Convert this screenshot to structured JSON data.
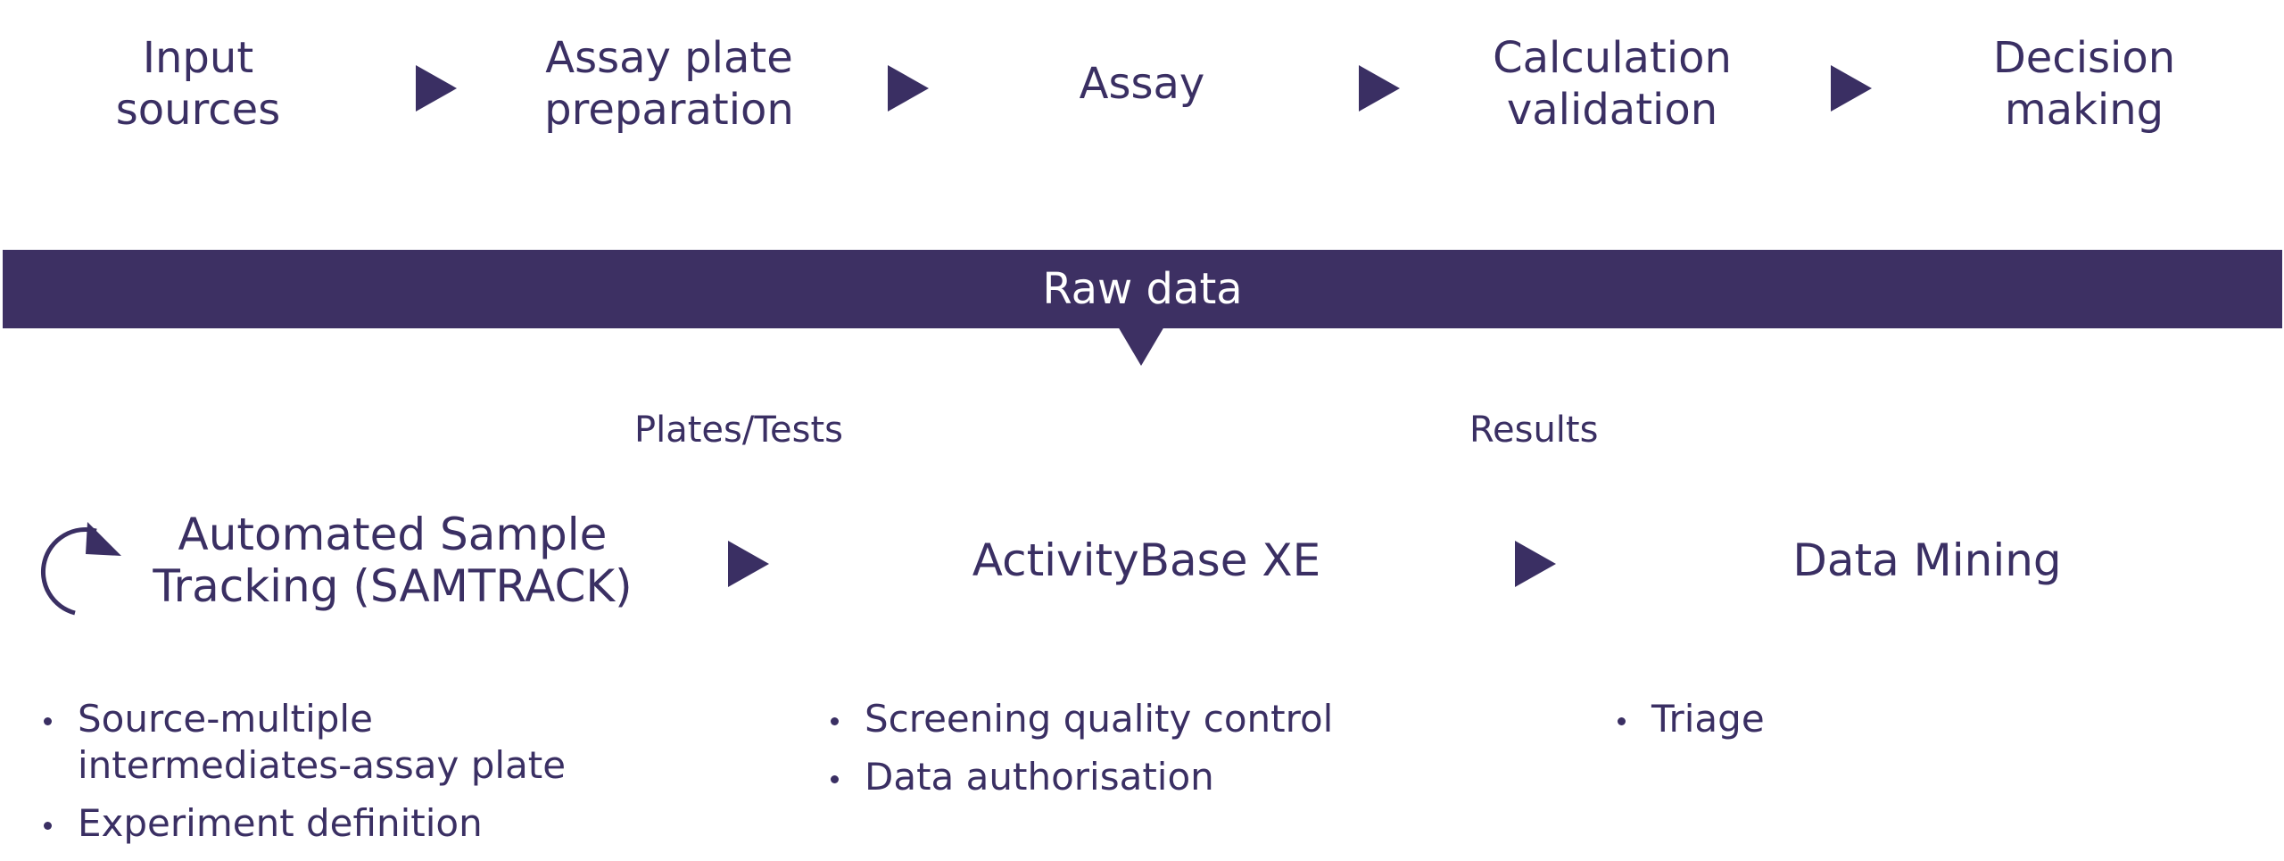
{
  "process_steps": [
    {
      "label": "Input\nsources"
    },
    {
      "label": "Assay plate\npreparation"
    },
    {
      "label": "Assay"
    },
    {
      "label": "Calculation\nvalidation"
    },
    {
      "label": "Decision\nmaking"
    }
  ],
  "raw_data_band": {
    "label": "Raw data"
  },
  "flow_labels": {
    "left": "Plates/Tests",
    "right": "Results"
  },
  "systems": [
    {
      "label": "Automated Sample\nTracking (SAMTRACK)",
      "icon": "refresh-arrow-icon",
      "bullets": [
        "Source-multiple\nintermediates-assay plate",
        "Experiment definition"
      ]
    },
    {
      "label": "ActivityBase XE",
      "bullets": [
        "Screening quality control",
        "Data authorisation"
      ]
    },
    {
      "label": "Data Mining",
      "bullets": [
        "Triage"
      ]
    }
  ],
  "colors": {
    "primary": "#3d3063",
    "text": "#3a2f63",
    "band_text": "#ffffff"
  }
}
